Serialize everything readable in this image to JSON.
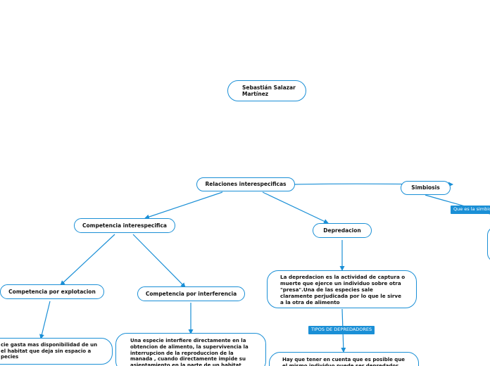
{
  "nodes": {
    "author": "Sebastián Salazar\nMartínez",
    "root": "Relaciones interespecificas",
    "simbiosis": "Simbiosis",
    "competencia": "Competencia interespecifica",
    "depredacion": "Depredacion",
    "explotacion": "Competencia por explotacion",
    "interferencia": "Competencia por interferencia",
    "depredacion_def": "La depredacion es la actividad de captura o muerte que ejerce un individuo sobre otra \"presa\".Una de las especies sale claramente perjudicada por lo que le sirve a la otra de alimento",
    "explotacion_def": "cie gasta mas disponibilidad de un el habitat que deja sin espacio a pecies",
    "interferencia_def": "Una especie interfiere directamente  en la obtencion de alimento, la supervivencia la interrupcion de la reproduccion de la manada , cuando directamente impide su asientamiento en la parte de un habitat",
    "depredadores_def": "Hay que tener en cuenta que es posible que el mismo individuo puede ser depredador"
  },
  "labels": {
    "simbiosis_q": "Que es la simbio",
    "tipos": "TIPOS DE DEPREDADORES"
  },
  "colors": {
    "accent": "#1a8fd6",
    "background": "#ffffff",
    "text": "#111111"
  }
}
